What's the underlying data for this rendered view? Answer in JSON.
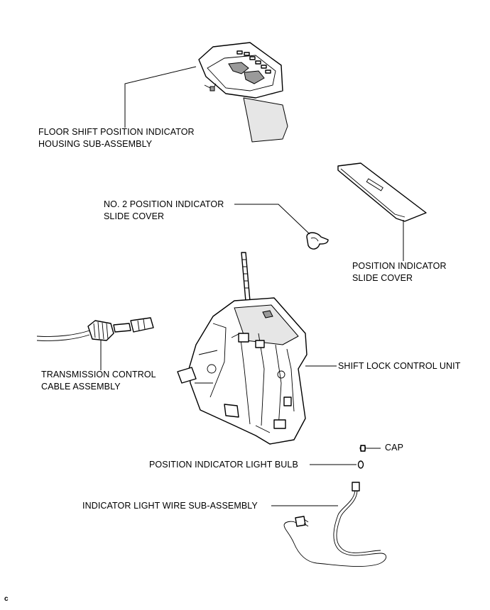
{
  "labels": {
    "floor_shift": [
      "FLOOR SHIFT POSITION INDICATOR",
      "HOUSING SUB-ASSEMBLY"
    ],
    "no2_slide_cover": [
      "NO. 2 POSITION INDICATOR",
      "SLIDE COVER"
    ],
    "slide_cover": [
      "POSITION INDICATOR",
      "SLIDE COVER"
    ],
    "transmission_cable": [
      "TRANSMISSION CONTROL",
      "CABLE ASSEMBLY"
    ],
    "shift_lock": "SHIFT LOCK CONTROL UNIT",
    "cap": "CAP",
    "light_bulb": "POSITION INDICATOR LIGHT BULB",
    "wire": "INDICATOR LIGHT WIRE SUB-ASSEMBLY"
  },
  "corner_mark": "c"
}
